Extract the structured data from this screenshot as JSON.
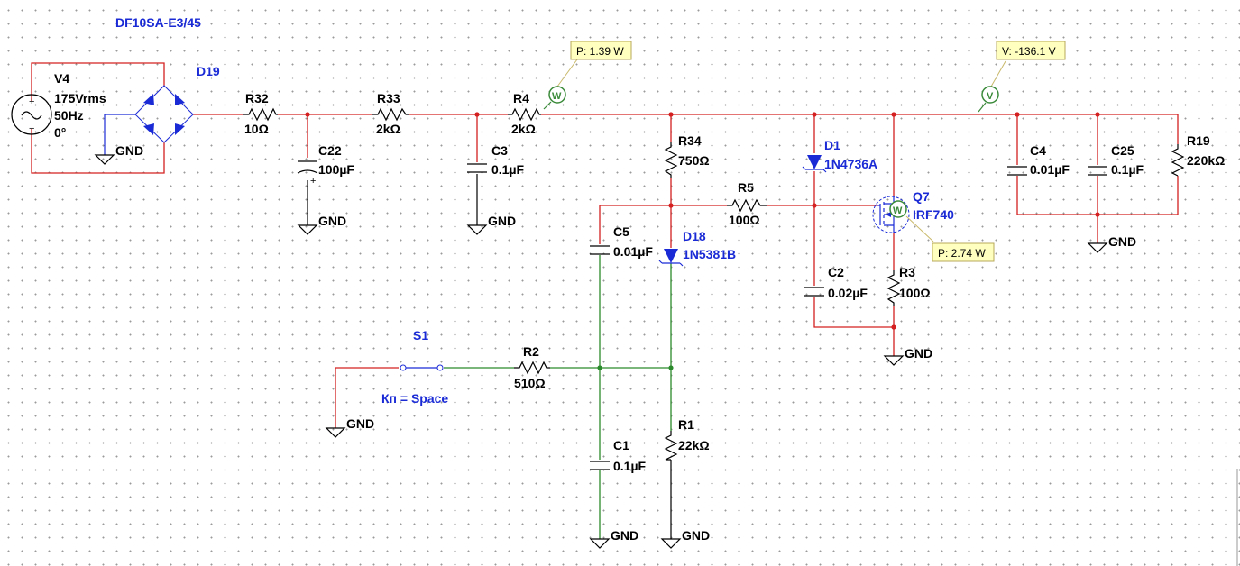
{
  "schematic": {
    "bridge_part": "DF10SA-E3/45",
    "source": {
      "ref": "V4",
      "value": "175Vrms",
      "freq": "50Hz",
      "phase": "0°"
    },
    "bridge": {
      "ref": "D19"
    },
    "resistors": [
      {
        "ref": "R32",
        "value": "10Ω"
      },
      {
        "ref": "R33",
        "value": "2kΩ"
      },
      {
        "ref": "R4",
        "value": "2kΩ"
      },
      {
        "ref": "R34",
        "value": "750Ω"
      },
      {
        "ref": "R5",
        "value": "100Ω"
      },
      {
        "ref": "R3",
        "value": "100Ω"
      },
      {
        "ref": "R19",
        "value": "220kΩ"
      },
      {
        "ref": "R2",
        "value": "510Ω"
      },
      {
        "ref": "R1",
        "value": "22kΩ"
      }
    ],
    "capacitors": [
      {
        "ref": "C22",
        "value": "100µF"
      },
      {
        "ref": "C3",
        "value": "0.1µF"
      },
      {
        "ref": "C5",
        "value": "0.01µF"
      },
      {
        "ref": "C2",
        "value": "0.02µF"
      },
      {
        "ref": "C4",
        "value": "0.01µF"
      },
      {
        "ref": "C25",
        "value": "0.1µF"
      },
      {
        "ref": "C1",
        "value": "0.1µF"
      }
    ],
    "diodes": [
      {
        "ref": "D1",
        "value": "1N4736A"
      },
      {
        "ref": "D18",
        "value": "1N5381B"
      }
    ],
    "transistor": {
      "ref": "Q7",
      "value": "IRF740"
    },
    "switch": {
      "ref": "S1",
      "key": "Кп = Space"
    },
    "ground_label": "GND",
    "probes": [
      {
        "label": "P: 1.39 W",
        "icon": "W"
      },
      {
        "label": "V: -136.1 V",
        "icon": "V"
      },
      {
        "label": "P: 2.74 W",
        "icon": "W"
      }
    ]
  },
  "colors": {
    "wire_red": "#d42020",
    "wire_green": "#2b8a2b",
    "component_blue": "#1a2bd6",
    "probe_fill": "#ffffc0",
    "probe_icon": "#3a8a3a"
  }
}
